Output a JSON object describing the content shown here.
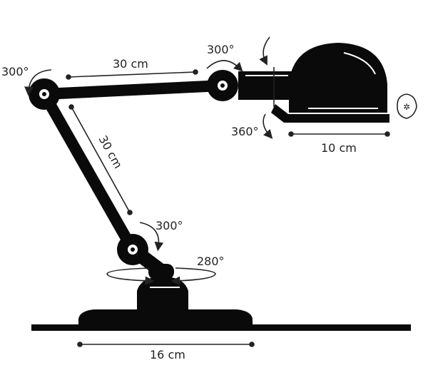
{
  "colors": {
    "ink": "#0a0a0a",
    "paper": "#ffffff",
    "text": "#222222"
  },
  "icons": {
    "hinge": "hinge-icon",
    "rotation": "rotation-arrow-icon",
    "badge": "leaf-star-icon"
  },
  "labels": {
    "upper_arm_length": "30 cm",
    "lower_arm_length": "30 cm",
    "shade_depth": "10 cm",
    "base_width": "16 cm",
    "elbow_rotation": "300°",
    "head_joint_rotation": "300°",
    "lower_joint_rotation": "300°",
    "base_rotation": "280°",
    "shade_rotation": "360°"
  }
}
